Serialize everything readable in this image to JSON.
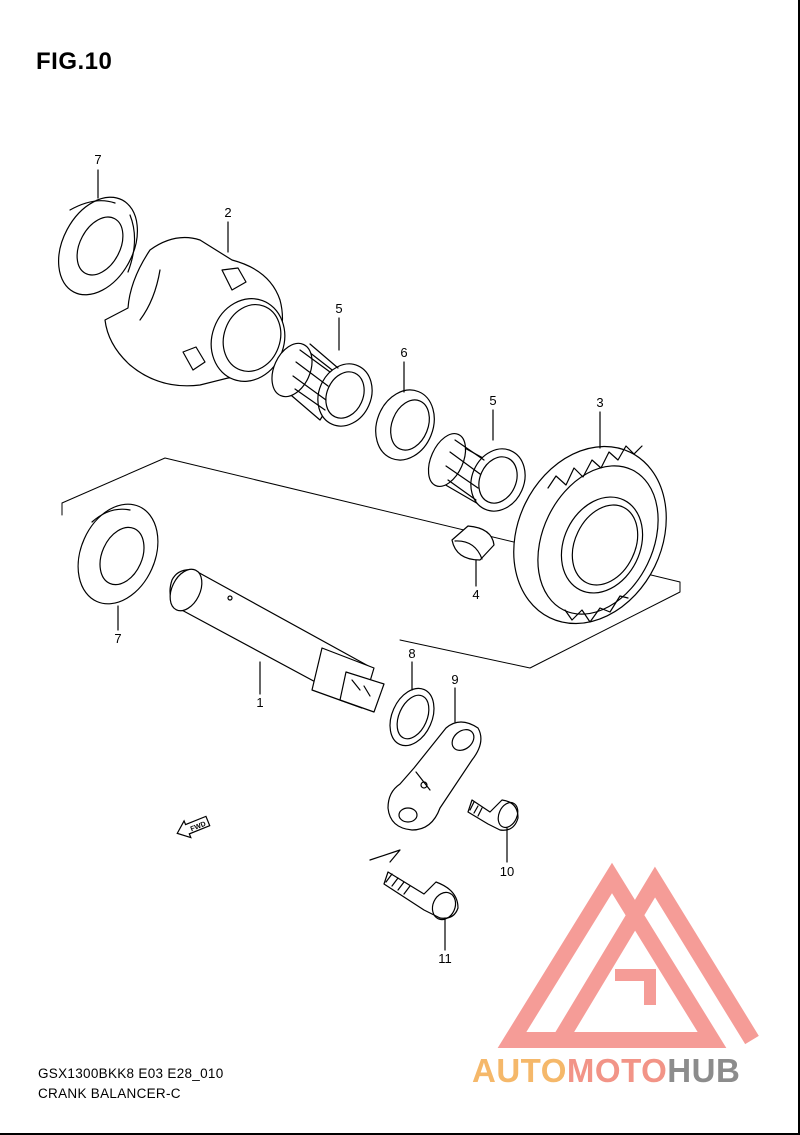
{
  "figure": {
    "title": "FIG.10"
  },
  "callouts": [
    {
      "id": "7a",
      "label": "7"
    },
    {
      "id": "2",
      "label": "2"
    },
    {
      "id": "5a",
      "label": "5"
    },
    {
      "id": "6",
      "label": "6"
    },
    {
      "id": "5b",
      "label": "5"
    },
    {
      "id": "3",
      "label": "3"
    },
    {
      "id": "4",
      "label": "4"
    },
    {
      "id": "7b",
      "label": "7"
    },
    {
      "id": "1",
      "label": "1"
    },
    {
      "id": "8",
      "label": "8"
    },
    {
      "id": "9",
      "label": "9"
    },
    {
      "id": "10",
      "label": "10"
    },
    {
      "id": "11",
      "label": "11"
    }
  ],
  "fwd_arrow": {
    "label": "FWD"
  },
  "footer": {
    "code": "GSX1300BKK8 E03 E28_010",
    "name": "CRANK BALANCER-C"
  },
  "watermark": {
    "part1": "AUTO",
    "part2": "MOTO",
    "part3": "HUB",
    "colors": {
      "part1": "#f5b86a",
      "part2": "#f29487",
      "part3": "#8c8c8c",
      "logo": "#f48b86"
    }
  }
}
